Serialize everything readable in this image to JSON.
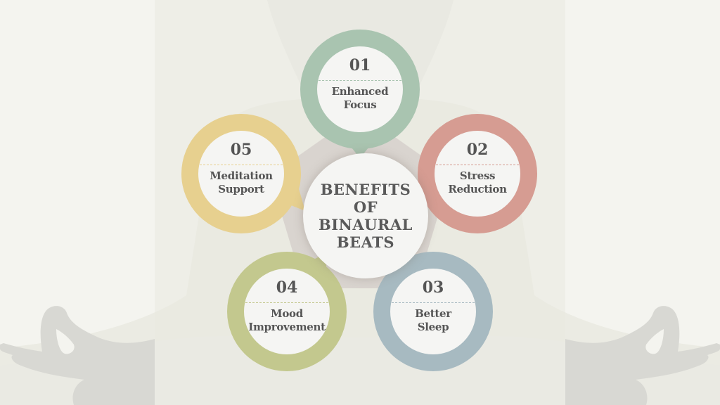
{
  "hub": {
    "title": "BENEFITS OF BINAURAL BEATS"
  },
  "colors": {
    "background": "#f4f4ef",
    "center_panel": "#eeeee7",
    "silhouette": "#d8d8d3",
    "pentagon": "#d9d4cf",
    "text": "#555555"
  },
  "benefits": [
    {
      "number": "01",
      "label": "Enhanced Focus",
      "color": "#a9c4b0"
    },
    {
      "number": "02",
      "label": "Stress Reduction",
      "color": "#d69c92"
    },
    {
      "number": "03",
      "label": "Better Sleep",
      "color": "#a7bac1"
    },
    {
      "number": "04",
      "label": "Mood Improvement",
      "color": "#c3c88e"
    },
    {
      "number": "05",
      "label": "Meditation Support",
      "color": "#e7d08f"
    }
  ],
  "background_icon": "meditating-figure-silhouette"
}
